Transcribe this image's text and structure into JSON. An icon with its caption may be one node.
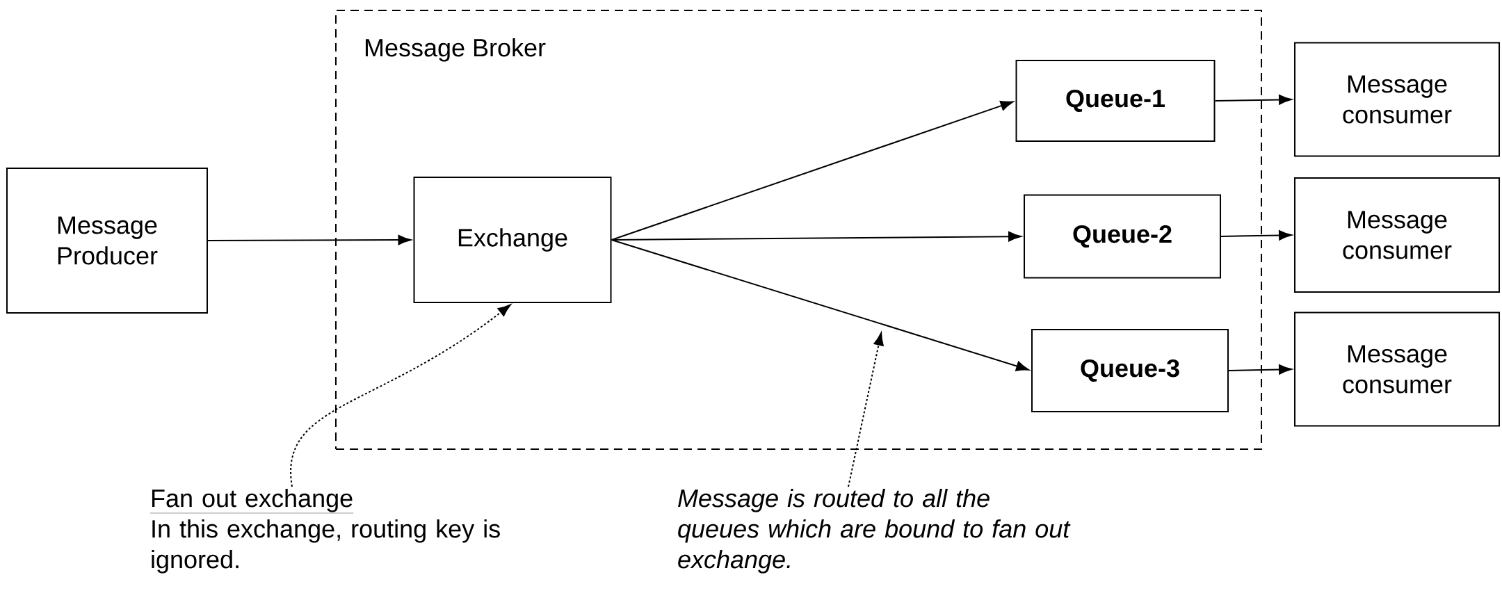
{
  "diagram": {
    "nodes": [
      {
        "text": [
          "Message Producer"
        ]
      },
      {
        "text": [
          "Message Broker"
        ]
      },
      {
        "text": [
          "Exchange"
        ],
        "in": 1
      },
      {
        "text": [
          "Queue-1"
        ],
        "in": 1
      },
      {
        "text": [
          "Queue-2"
        ],
        "in": 1
      },
      {
        "text": [
          "Queue-3"
        ],
        "in": 1
      },
      {
        "text": [
          "Message consumer"
        ]
      },
      {
        "text": [
          "Message consumer"
        ]
      },
      {
        "text": [
          "Message consumer"
        ]
      },
      {
        "text": [
          "Fan out exchange",
          "In this exchange, routing key is ignored."
        ]
      },
      {
        "text": [
          "Message is routed to all the queues which are bound to fan out exchange."
        ]
      }
    ],
    "edges": [
      {
        "from": 0,
        "to": 2,
        "arrow": "to"
      },
      {
        "from": 2,
        "to": 3,
        "arrow": "to"
      },
      {
        "from": 2,
        "to": 4,
        "arrow": "to"
      },
      {
        "from": 2,
        "to": 5,
        "arrow": "to"
      },
      {
        "from": 3,
        "to": 6,
        "arrow": "to"
      },
      {
        "from": 4,
        "to": 7,
        "arrow": "to"
      },
      {
        "from": 5,
        "to": 8,
        "arrow": "to"
      },
      {
        "from": 9,
        "to": 2,
        "arrow": "to",
        "style": "dashed"
      },
      {
        "from": 10,
        "to": null,
        "arrow": "to",
        "style": "dashed"
      }
    ]
  }
}
